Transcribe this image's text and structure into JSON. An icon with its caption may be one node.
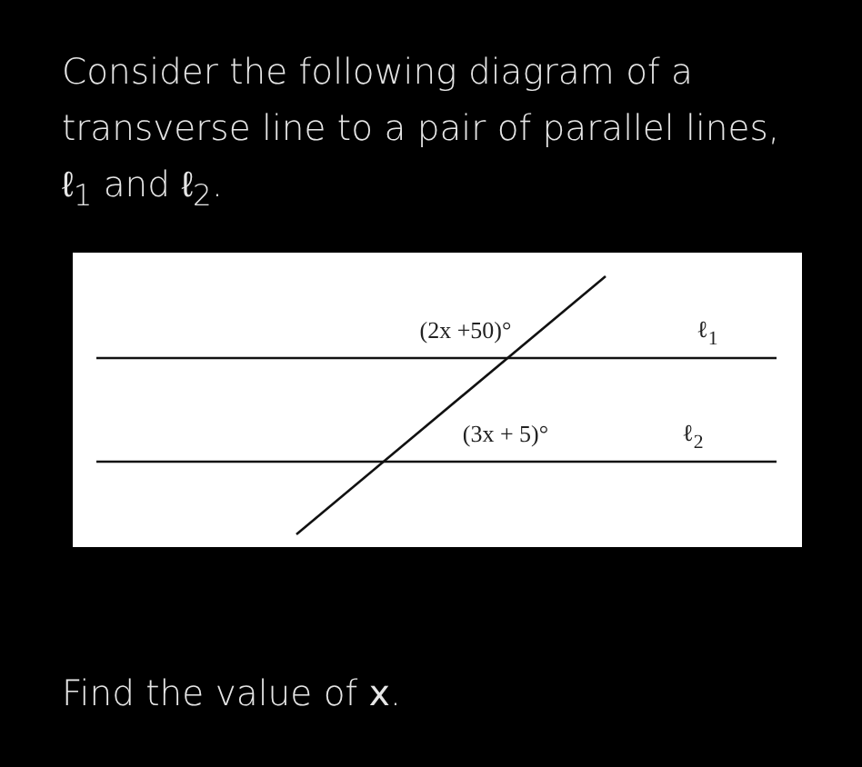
{
  "diagram": {
    "title": "Consider the following diagram of a transverse line to a pair of parallel lines, ℓ$_{1}$ and ℓ$_{2}$.",
    "labels": [
      "(2x +50)°",
      "ℓ$_{1}$",
      "(3x + 5)°",
      "ℓ$_{2}$"
    ],
    "caption": "Find the value of **x**."
  }
}
